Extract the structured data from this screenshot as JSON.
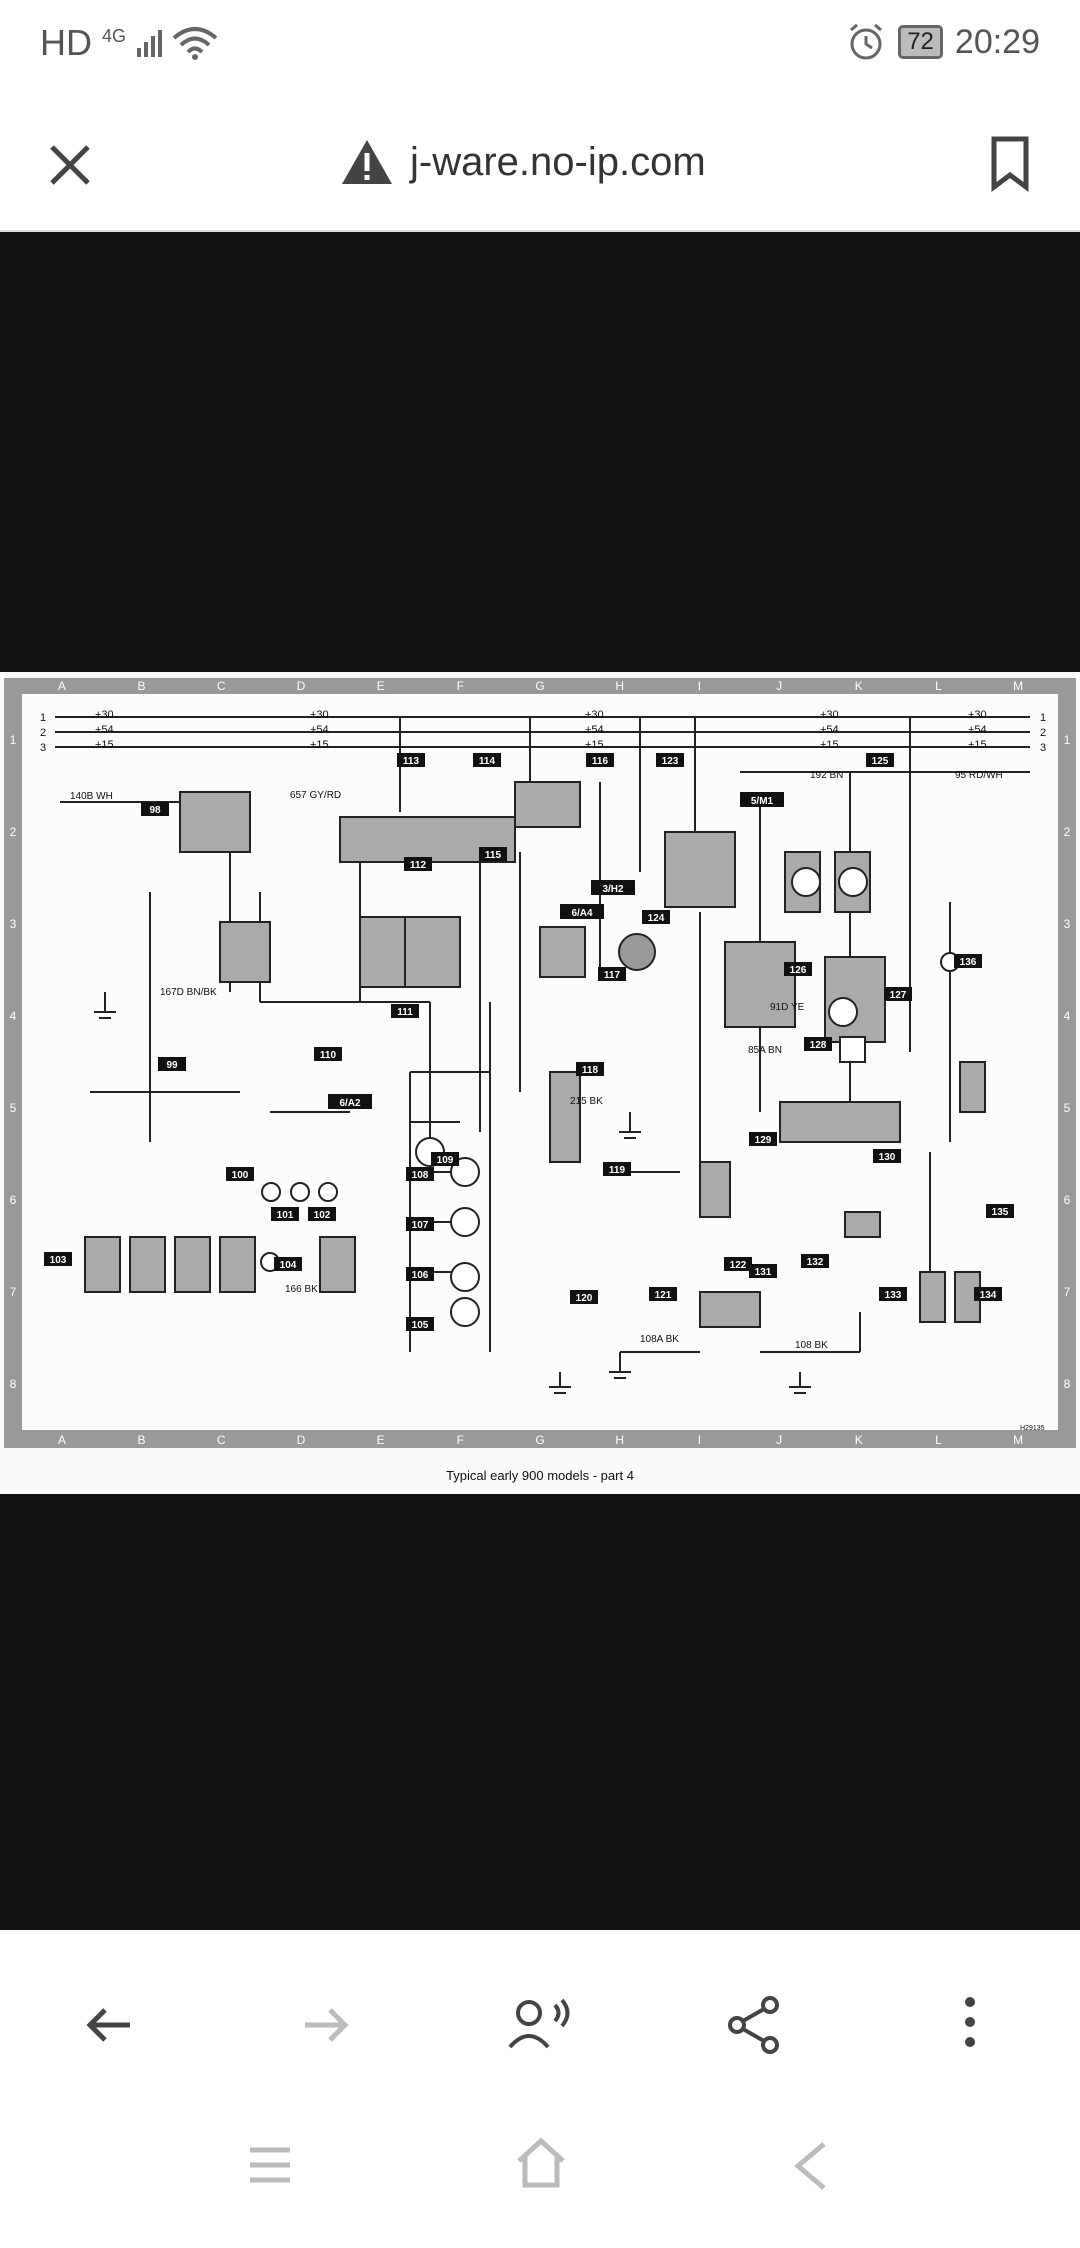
{
  "status_bar": {
    "network": "HD",
    "signal_type": "4G",
    "battery": "72",
    "time": "20:29"
  },
  "url_bar": {
    "url": "j-ware.no-ip.com"
  },
  "diagram": {
    "caption": "Typical early 900 models - part 4",
    "grid_columns_top": [
      "A",
      "B",
      "C",
      "D",
      "E",
      "F",
      "G",
      "H",
      "I",
      "J",
      "K",
      "L",
      "M"
    ],
    "grid_rows": [
      "1",
      "2",
      "3",
      "4",
      "5",
      "6",
      "7",
      "8"
    ],
    "rails": [
      "+30",
      "+54",
      "+15"
    ],
    "rail_numbers": [
      "1",
      "2",
      "3"
    ],
    "components": [
      "98",
      "99",
      "100",
      "101",
      "102",
      "103",
      "104",
      "105",
      "106",
      "107",
      "108",
      "109",
      "110",
      "111",
      "112",
      "113",
      "114",
      "115",
      "116",
      "117",
      "118",
      "119",
      "120",
      "121",
      "122",
      "123",
      "124",
      "125",
      "126",
      "127",
      "128",
      "129",
      "130",
      "131",
      "132",
      "133",
      "134",
      "135",
      "136"
    ],
    "refs": [
      "5/M1",
      "3/H2",
      "6/A4",
      "6/A2"
    ],
    "labels": {
      "w140b": "140B WH",
      "w657": "657 GY/RD",
      "w192": "192 BN",
      "w95": "95 RD/WH",
      "w215": "215 BK",
      "w108a": "108A BK",
      "w108": "108 BK",
      "w166": "166 BK",
      "w91d": "91D YE",
      "w85a": "85A BN",
      "w167d": "167D BN/BK",
      "part_code": "H29135"
    }
  }
}
